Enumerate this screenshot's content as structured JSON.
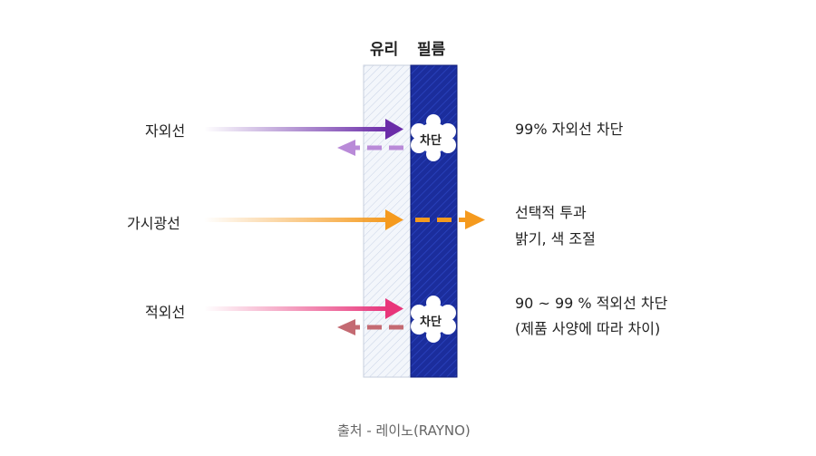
{
  "header": {
    "glass": "유리",
    "film": "필름"
  },
  "rows": [
    {
      "label": "자외선",
      "result_line1": "99% 자외선 차단",
      "result_line2": ""
    },
    {
      "label": "가시광선",
      "result_line1": "선택적 투과",
      "result_line2": "밝기, 색 조절"
    },
    {
      "label": "적외선",
      "result_line1": "90 ~ 99 % 적외선 차단",
      "result_line2": "(제품 사양에 따라 차이)"
    }
  ],
  "block_label": "차단",
  "caption": "출처 - 레이노(RAYNO)",
  "colors": {
    "uv": "#6a2ca8",
    "uv_reflect": "#b98ad8",
    "visible": "#f59a1e",
    "ir": "#e8357a",
    "ir_reflect": "#c46a72",
    "film": "#1b2d9c",
    "glass": "#eef2f8"
  }
}
